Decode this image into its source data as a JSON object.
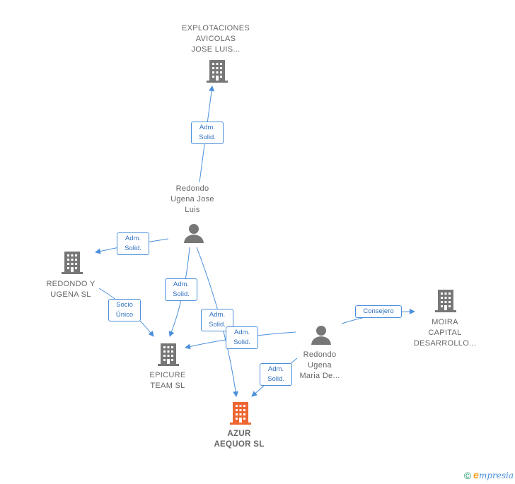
{
  "colors": {
    "edge": "#4a8fdb",
    "company": "#777777",
    "focus": "#ee6633",
    "person": "#777777"
  },
  "nodes": {
    "explotaciones": {
      "label": "EXPLOTACIONES\nAVICOLAS\nJOSE LUIS...",
      "icon": "building-icon"
    },
    "redondo_jose": {
      "label": "Redondo\nUgena Jose\nLuis",
      "icon": "person-icon"
    },
    "redondo_ugena_sl": {
      "label": "REDONDO Y\nUGENA  SL",
      "icon": "building-icon"
    },
    "epicure": {
      "label": "EPICURE\nTEAM  SL",
      "icon": "building-icon"
    },
    "azur": {
      "label": "AZUR\nAEQUOR  SL",
      "icon": "building-icon"
    },
    "redondo_maria": {
      "label": "Redondo\nUgena\nMaria De...",
      "icon": "person-icon"
    },
    "moira": {
      "label": "MOIRA\nCAPITAL\nDESARROLLO...",
      "icon": "building-icon"
    }
  },
  "relations": {
    "r1": "Adm.\nSolid.",
    "r2": "Adm.\nSolid.",
    "r3": "Adm.\nSolid.",
    "r4": "Socio\nÚnico",
    "r5": "Adm.\nSolid.",
    "r6": "Adm.\nSolid.",
    "r7": "Adm.\nSolid.",
    "r8": "Consejero"
  },
  "footer": {
    "copyright": "©",
    "brand_initial": "e",
    "brand_rest": "mpresia"
  }
}
